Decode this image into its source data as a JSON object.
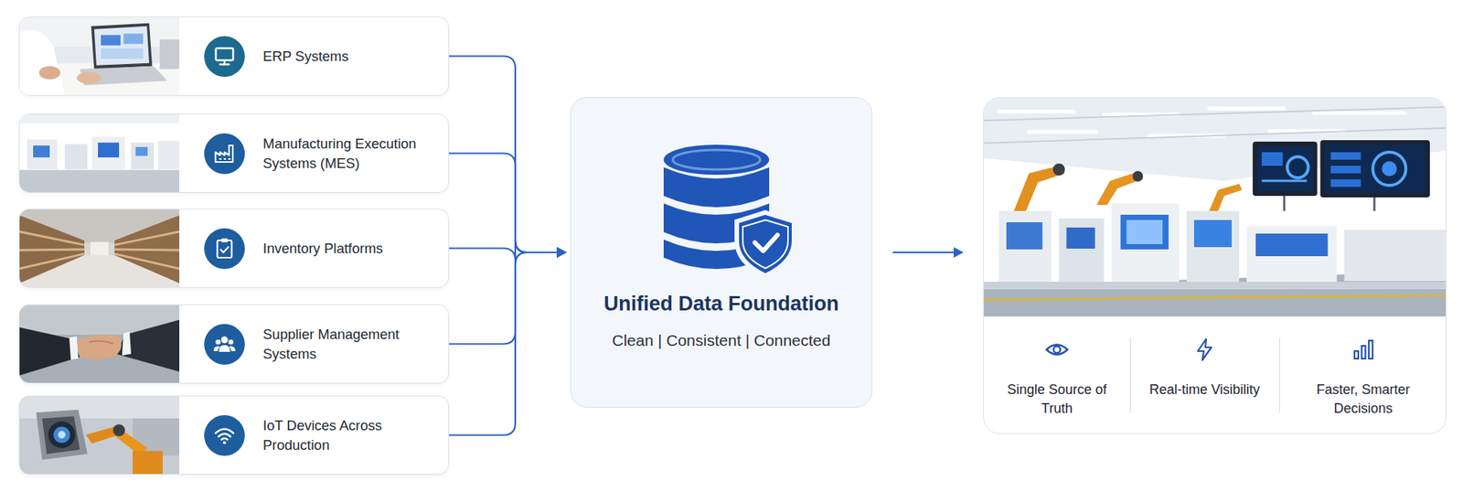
{
  "diagram": {
    "nodes": [
      {
        "text": [
          "ERP Systems"
        ]
      },
      {
        "text": [
          "Manufacturing Execution Systems (MES)"
        ]
      },
      {
        "text": [
          "Inventory Platforms"
        ]
      },
      {
        "text": [
          "Supplier Management Systems"
        ]
      },
      {
        "text": [
          "IoT Devices Across Production"
        ]
      },
      {
        "text": [
          "Unified Data Foundation",
          "Clean | Consistent | Connected"
        ]
      },
      {
        "text": [
          "Single Source of Truth",
          "Real-time Visibility",
          "Faster, Smarter Decisions"
        ]
      }
    ],
    "edges": [
      {
        "from": 0,
        "to": 5,
        "arrow": "to"
      },
      {
        "from": 1,
        "to": 5,
        "arrow": "to"
      },
      {
        "from": 2,
        "to": 5,
        "arrow": "to"
      },
      {
        "from": 3,
        "to": 5,
        "arrow": "to"
      },
      {
        "from": 4,
        "to": 5,
        "arrow": "to"
      },
      {
        "from": 5,
        "to": 6,
        "arrow": "to"
      }
    ]
  }
}
